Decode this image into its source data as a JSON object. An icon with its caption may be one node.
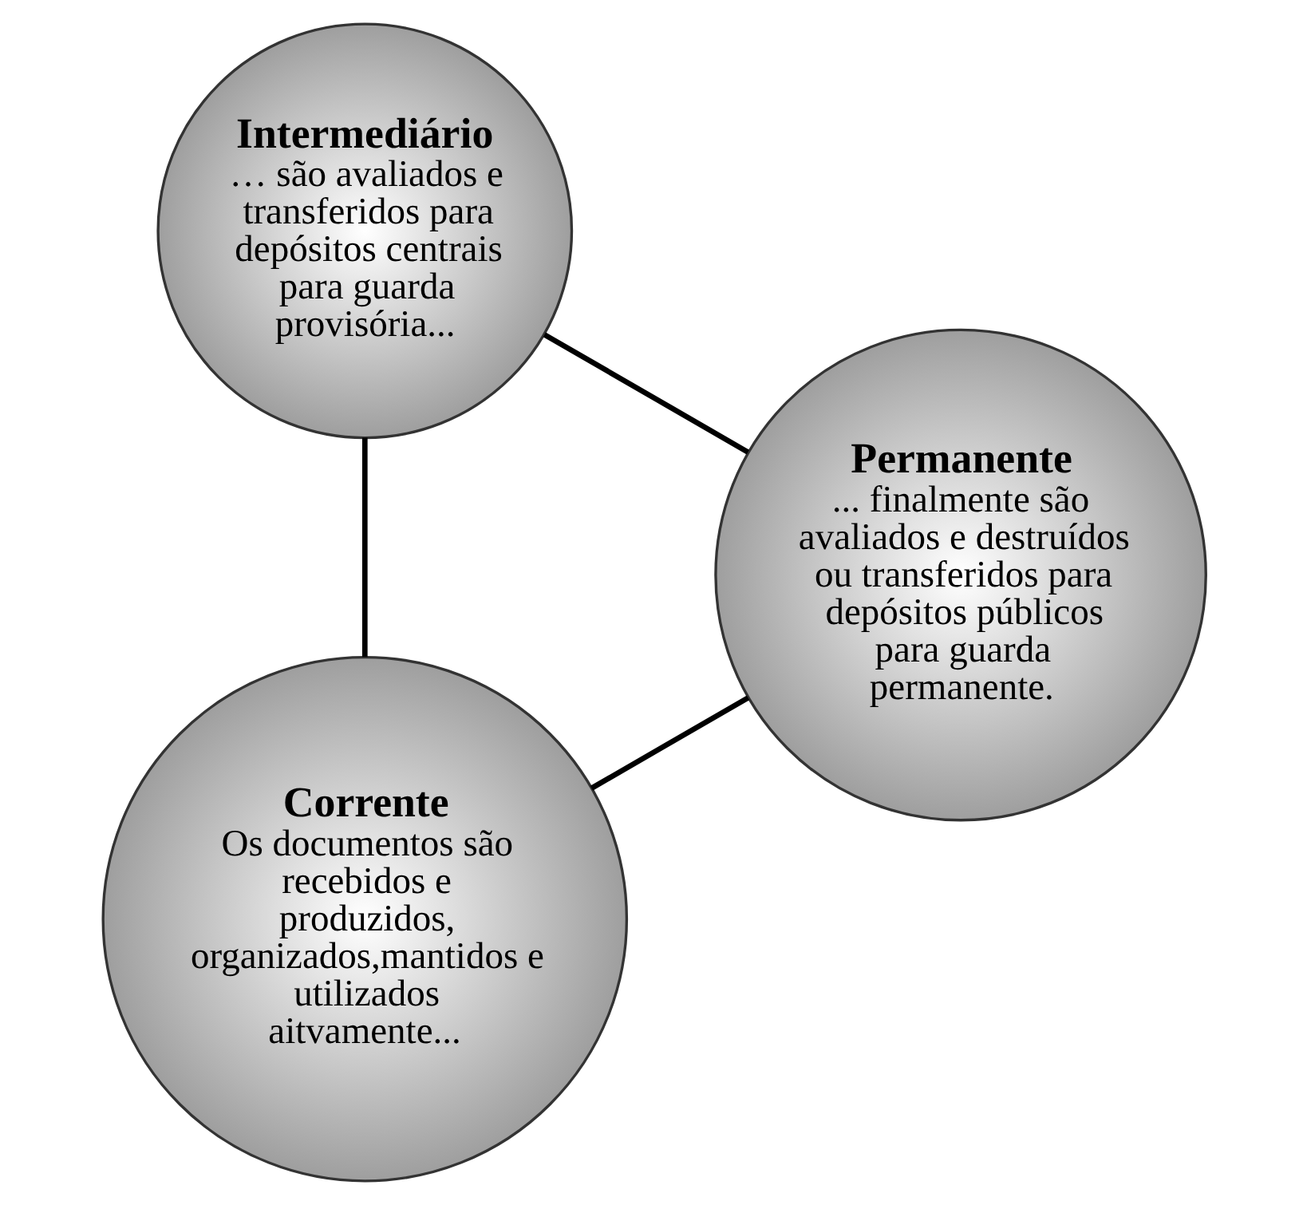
{
  "diagram": {
    "nodes": [
      {
        "text": [
          "Corrente",
          "Os documentos são recebidos e produzidos, organizados,mantidos e utilizados aitvamente..."
        ]
      },
      {
        "text": [
          "Intermediário",
          "… são avaliados e transferidos para depósitos centrais para guarda provisória..."
        ]
      },
      {
        "text": [
          "Permanente",
          "... finalmente são avaliados e destruídos ou transferidos para depósitos públicos para guarda permanente."
        ]
      }
    ],
    "edges": [
      {
        "from": 0,
        "to": 1,
        "arrow": "none"
      },
      {
        "from": 1,
        "to": 2,
        "arrow": "none"
      },
      {
        "from": 2,
        "to": 0,
        "arrow": "none"
      }
    ]
  }
}
